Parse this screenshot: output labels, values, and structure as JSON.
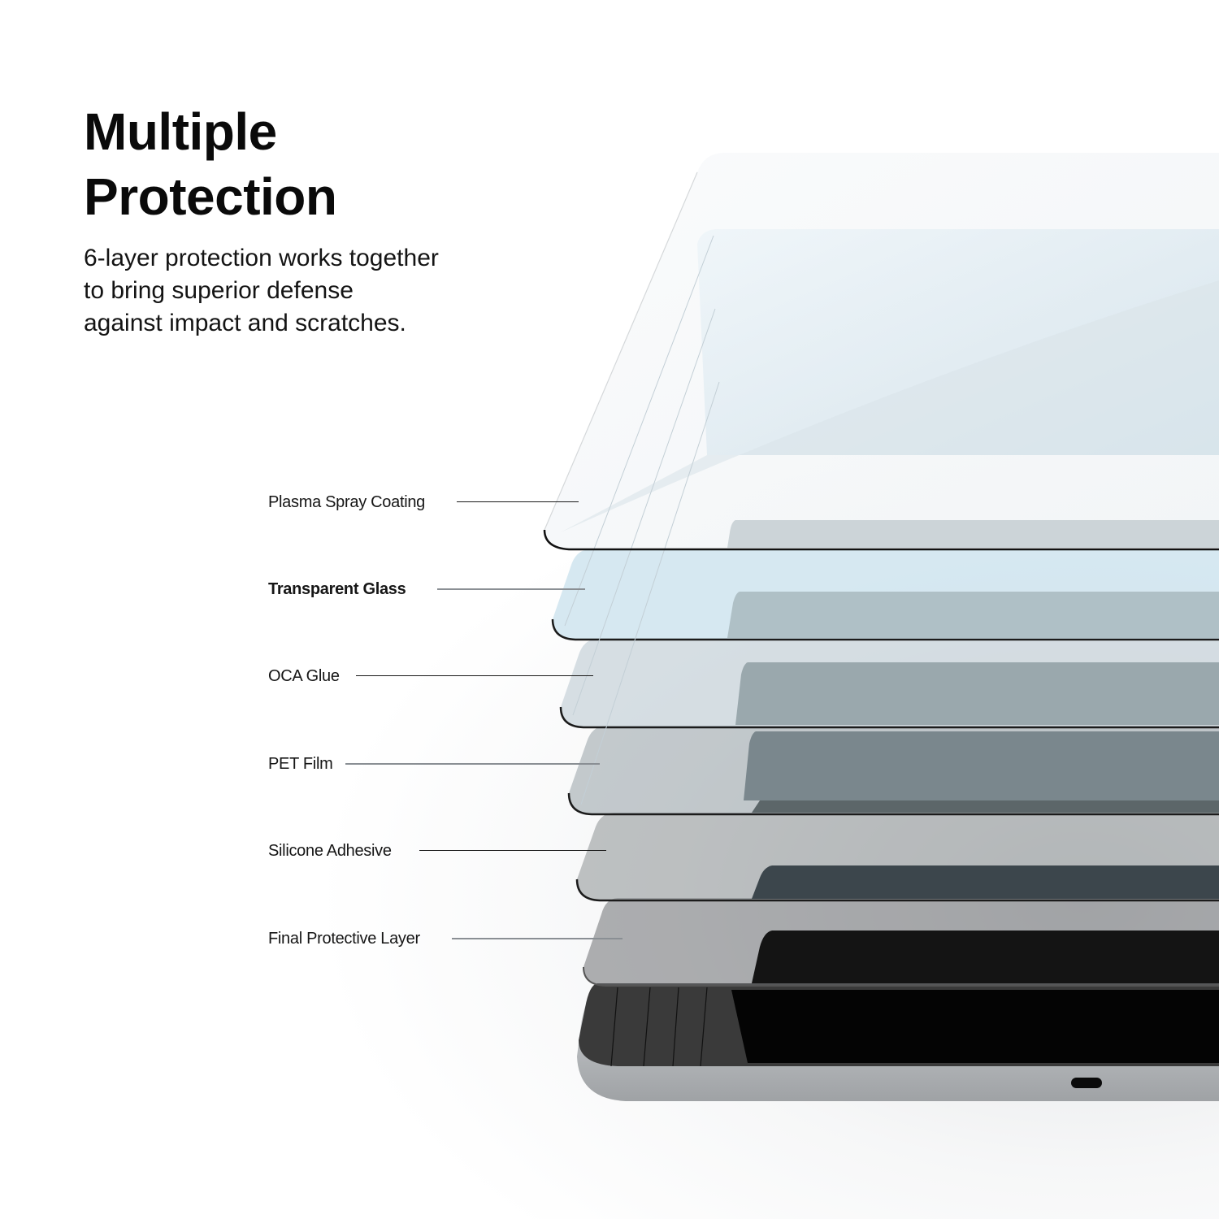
{
  "header": {
    "title_line1": "Multiple",
    "title_line2": "Protection",
    "subtitle_line1": "6-layer protection works together",
    "subtitle_line2": "to bring superior defense",
    "subtitle_line3": "against impact and scratches."
  },
  "layers": [
    {
      "label": "Plasma Spray Coating",
      "bold": false,
      "leader_color": "#1a1a1a"
    },
    {
      "label": "Transparent Glass",
      "bold": true,
      "leader_color": "#8a8f94"
    },
    {
      "label": "OCA Glue",
      "bold": false,
      "leader_color": "#1a1a1a"
    },
    {
      "label": "PET Film",
      "bold": false,
      "leader_color": "#8a8f94"
    },
    {
      "label": "Silicone Adhesive",
      "bold": false,
      "leader_color": "#1a1a1a"
    },
    {
      "label": "Final Protective Layer",
      "bold": false,
      "leader_color": "#8a8f94"
    }
  ],
  "colors": {
    "title_text": "#0a0a0a",
    "plate_edge": "#1b1b1b",
    "glass_tint": "#d6e9f2",
    "device_frame": "#b9bcbf",
    "device_screen": "#050505"
  },
  "device": {
    "port_icon": "usb-c-port-icon"
  }
}
